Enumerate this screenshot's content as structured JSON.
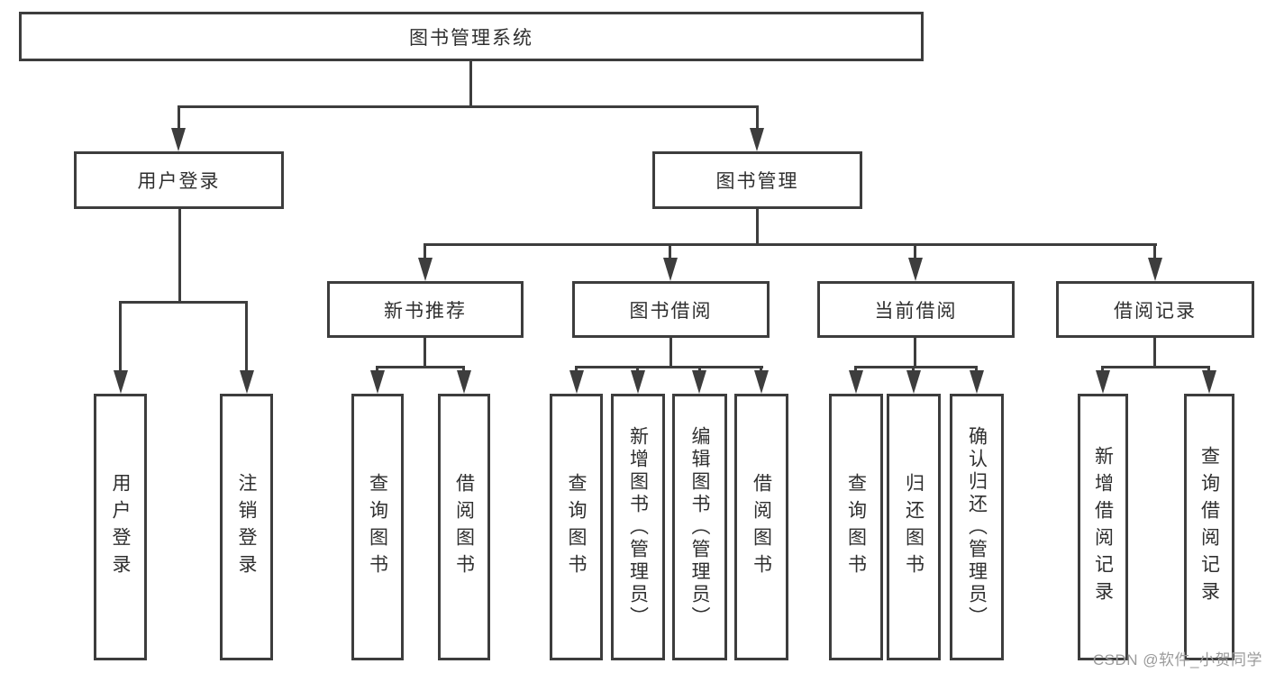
{
  "diagram": {
    "root": "图书管理系统",
    "branches": [
      {
        "label": "用户登录",
        "children": [
          "用户登录",
          "注销登录"
        ]
      },
      {
        "label": "图书管理",
        "groups": [
          {
            "label": "新书推荐",
            "children": [
              "查询图书",
              "借阅图书"
            ]
          },
          {
            "label": "图书借阅",
            "children": [
              "查询图书",
              "新增图书（管理员）",
              "编辑图书（管理员）",
              "借阅图书"
            ]
          },
          {
            "label": "当前借阅",
            "children": [
              "查询图书",
              "归还图书",
              "确认归还（管理员）"
            ]
          },
          {
            "label": "借阅记录",
            "children": [
              "新增借阅记录",
              "查询借阅记录"
            ]
          }
        ]
      }
    ]
  },
  "watermark": "CSDN @软件_小贺同学",
  "colors": {
    "line": "#3d3d3d",
    "text": "#2f2f2f",
    "wm": "#9b9b9b",
    "bg": "#ffffff"
  }
}
